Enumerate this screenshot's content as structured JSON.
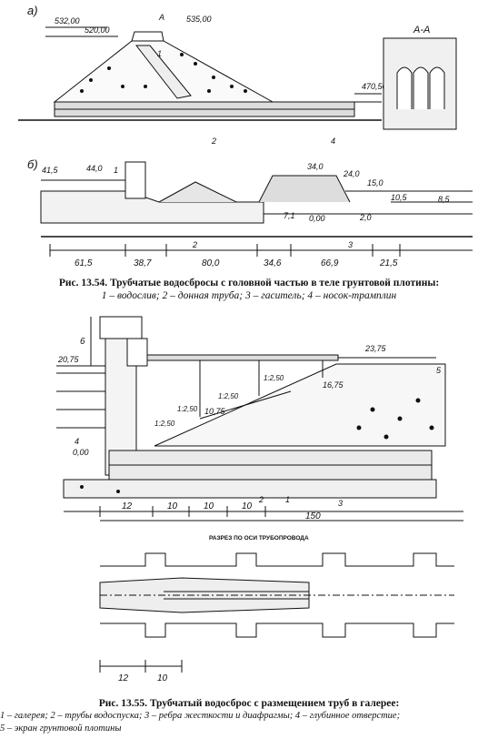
{
  "fig1": {
    "part_a": "а)",
    "part_b": "б)",
    "section_mark": "А",
    "section_title": "А-А",
    "elev_a": [
      "532,00",
      "520,00",
      "535,00",
      "470,50"
    ],
    "labels_a": [
      "1",
      "2",
      "4"
    ],
    "elev_b": [
      "41,5",
      "44,0",
      "34,0",
      "24,0",
      "15,0",
      "10,5",
      "8,5",
      "7,1",
      "0,00",
      "2,0"
    ],
    "labels_b": [
      "1",
      "2",
      "3"
    ],
    "dims_b": [
      "61,5",
      "38,7",
      "80,0",
      "34,6",
      "66,9",
      "21,5"
    ]
  },
  "caption1": {
    "title": "Рис. 13.54. Трубчатые водосбросы с головной частью в теле грунтовой плотины:",
    "legend": "1 – водослив; 2 – донная труба; 3 – гаситель; 4 – носок-трамплин"
  },
  "fig2": {
    "height_dim": "6",
    "elev": [
      "20,75",
      "23,75",
      "16,75",
      "10,75",
      "0,00"
    ],
    "slopes": [
      "1:2,50",
      "1:2,50",
      "1:2,50",
      "1:2,50"
    ],
    "labels": [
      "5",
      "4",
      "1",
      "2",
      "3"
    ],
    "dims": [
      "12",
      "10",
      "10",
      "10",
      "150"
    ],
    "section_caption": "РАЗРЕЗ ПО ОСИ ТРУБОПРОВОДА",
    "plan_dims": [
      "12",
      "10"
    ]
  },
  "caption2": {
    "title": "Рис. 13.55. Трубчатый водосброс с размещением труб в галерее:",
    "legend_line1": "1 – галерея; 2 – трубы водоспуска; 3 – ребра жесткости и диафрагмы; 4 – глубинное отверстие;",
    "legend_line2": "5 – экран грунтовой плотины"
  }
}
